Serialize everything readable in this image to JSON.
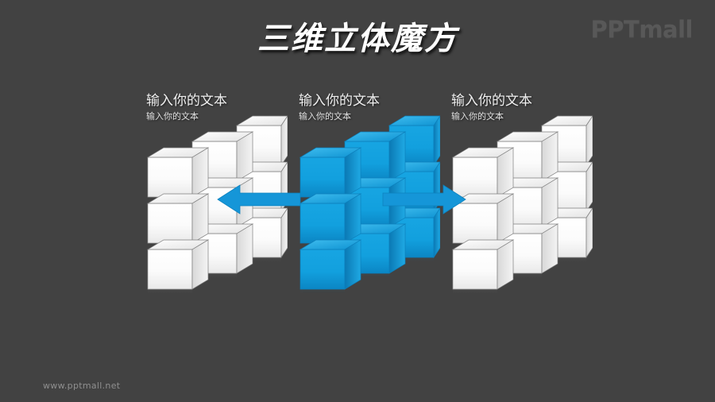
{
  "slide": {
    "title": "三维立体魔方",
    "background_color": "#424242",
    "accent_color": "#1596d8",
    "cube_face_color": "#ffffff"
  },
  "brand": {
    "logo_text": "PPTmall",
    "logo_color": "#585858"
  },
  "footer": {
    "url": "www.pptmall.net"
  },
  "groups": [
    {
      "id": "left",
      "label_main": "输入你的文本",
      "label_sub": "输入你的文本",
      "cube_color": "white",
      "highlighted": false
    },
    {
      "id": "center",
      "label_main": "输入你的文本",
      "label_sub": "输入你的文本",
      "cube_color": "blue",
      "highlighted": true
    },
    {
      "id": "right",
      "label_main": "输入你的文本",
      "label_sub": "输入你的文本",
      "cube_color": "white",
      "highlighted": false
    }
  ],
  "arrows": [
    {
      "id": "left",
      "direction": "left",
      "color": "#1596d8"
    },
    {
      "id": "right",
      "direction": "right",
      "color": "#1596d8"
    }
  ],
  "icons": {
    "arrow_left": "arrow-left-icon",
    "arrow_right": "arrow-right-icon"
  }
}
